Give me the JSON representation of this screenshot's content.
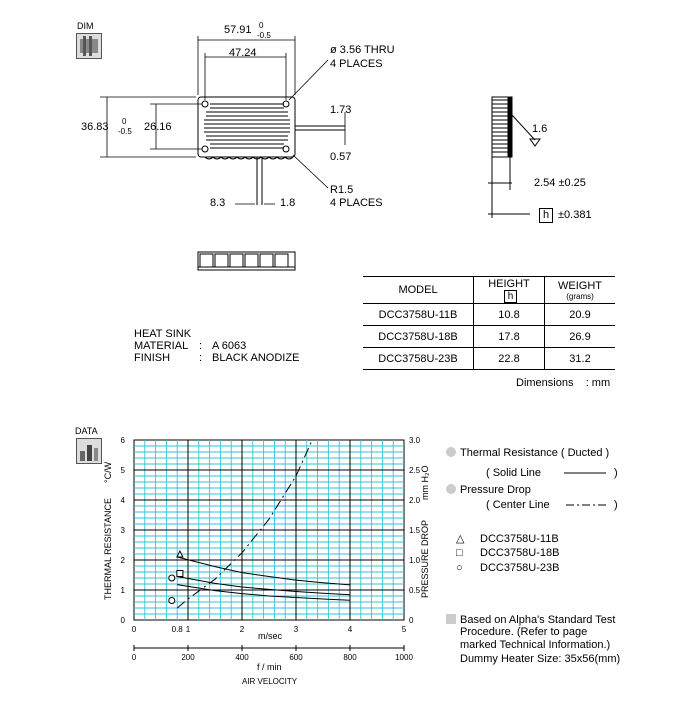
{
  "dim": {
    "badge_label": "DIM",
    "w_total": "57.91",
    "w_total_tol_top": "0",
    "w_total_tol_bot": "-0.5",
    "w_inner": "47.24",
    "hole_note_1": "ø 3.56 THRU",
    "hole_note_2": "4 PLACES",
    "h_total": "36.83",
    "h_total_tol_top": "0",
    "h_total_tol_bot": "-0.5",
    "h_inner": "26.16",
    "dim_173": "1.73",
    "dim_057": "0.57",
    "radius_1": "R1.5",
    "radius_2": "4 PLACES",
    "dim_83": "8.3",
    "dim_18": "1.8",
    "side_16": "1.6",
    "side_254": "2.54 ±0.25",
    "side_h_box": "h",
    "side_h_tol": "±0.381"
  },
  "spec_table": {
    "headers": [
      "MODEL",
      "HEIGHT",
      "h",
      "WEIGHT",
      "(grams)"
    ],
    "rows": [
      [
        "DCC3758U-11B",
        "10.8",
        "20.9"
      ],
      [
        "DCC3758U-18B",
        "17.8",
        "26.9"
      ],
      [
        "DCC3758U-23B",
        "22.8",
        "31.2"
      ]
    ]
  },
  "material": {
    "line1": "HEAT SINK",
    "line2_key": "MATERIAL",
    "line2_sep": ":",
    "line2_val": "A 6063",
    "line3_key": "FINISH",
    "line3_sep": ":",
    "line3_val": "BLACK ANODIZE"
  },
  "dimensions_note": "Dimensions    : mm",
  "data": {
    "badge_label": "DATA",
    "ylabel_left": "THERMAL  RESISTANCE",
    "ylabel_left_unit": "°C/W",
    "ylabel_right": "PRESSURE  DROP",
    "ylabel_right_unit": "mm H₂O",
    "xunit_ms": "m/sec",
    "xunit_fmin": "f / min",
    "xlabel": "AIR VELOCITY",
    "legend": {
      "thermal": "Thermal Resistance ( Ducted )",
      "solid": "( Solid Line",
      "solid_close": ")",
      "pressure": "Pressure Drop",
      "center": "( Center Line",
      "center_close": ")",
      "m1": "DCC3758U-11B",
      "m2": "DCC3758U-18B",
      "m3": "DCC3758U-23B"
    },
    "footnote_1": "Based on Alpha's Standard Test",
    "footnote_2": "Procedure.  (Refer to page",
    "footnote_3": "marked Technical Information.)",
    "footnote_4": "Dummy Heater Size:  35x56(mm)"
  },
  "chart_data": {
    "type": "line",
    "x_label": "AIR VELOCITY",
    "x_unit_primary": "m/sec",
    "x_unit_secondary": "f / min",
    "xlim": [
      0,
      5
    ],
    "x_ticks_ms": [
      "0",
      "0.8",
      "1",
      "2",
      "3",
      "4",
      "5"
    ],
    "x_tick_values_ms": [
      0,
      0.8,
      1,
      2,
      3,
      4,
      5
    ],
    "x_ticks_fpm": [
      "0",
      "200",
      "400",
      "600",
      "800",
      "1000"
    ],
    "ylim_left": [
      0,
      6
    ],
    "y_ticks_left": [
      "0",
      "1",
      "2",
      "3",
      "4",
      "5",
      "6"
    ],
    "ylim_right": [
      0,
      3.0
    ],
    "y_ticks_right": [
      "0",
      "0.5",
      "1.0",
      "1.5",
      "2.0",
      "2.5",
      "3.0"
    ],
    "grid": true,
    "series": [
      {
        "name": "DCC3758U-11B",
        "kind": "thermal",
        "marker": "triangle",
        "x": [
          0.8,
          1.5,
          2,
          2.5,
          3,
          3.5,
          4
        ],
        "y": [
          2.1,
          1.78,
          1.58,
          1.45,
          1.33,
          1.24,
          1.17
        ]
      },
      {
        "name": "DCC3758U-18B",
        "kind": "thermal",
        "marker": "square",
        "x": [
          0.8,
          1.5,
          2,
          2.5,
          3,
          3.5,
          4
        ],
        "y": [
          1.45,
          1.22,
          1.1,
          1.02,
          0.95,
          0.89,
          0.84
        ]
      },
      {
        "name": "DCC3758U-23B",
        "kind": "thermal",
        "marker": "circle",
        "x": [
          0.8,
          1.5,
          2,
          2.5,
          3,
          3.5,
          4
        ],
        "y": [
          1.18,
          0.98,
          0.88,
          0.8,
          0.75,
          0.7,
          0.66
        ]
      },
      {
        "kind": "pressure",
        "x": [
          0.8,
          1,
          1.5,
          2,
          2.5,
          3,
          3.3
        ],
        "y": [
          0.2,
          0.35,
          0.68,
          1.12,
          1.68,
          2.4,
          3.0
        ]
      }
    ],
    "markers_at_start": [
      {
        "series": "DCC3758U-11B",
        "x": 0.85,
        "y": 2.2,
        "shape": "triangle"
      },
      {
        "series": "DCC3758U-18B",
        "x": 0.85,
        "y": 1.55,
        "shape": "square"
      },
      {
        "series": "DCC3758U-23B",
        "x": 0.7,
        "y": 1.4,
        "shape": "circle"
      },
      {
        "series": "DCC3758U-23B",
        "x": 0.7,
        "y": 0.65,
        "shape": "circle"
      }
    ]
  }
}
